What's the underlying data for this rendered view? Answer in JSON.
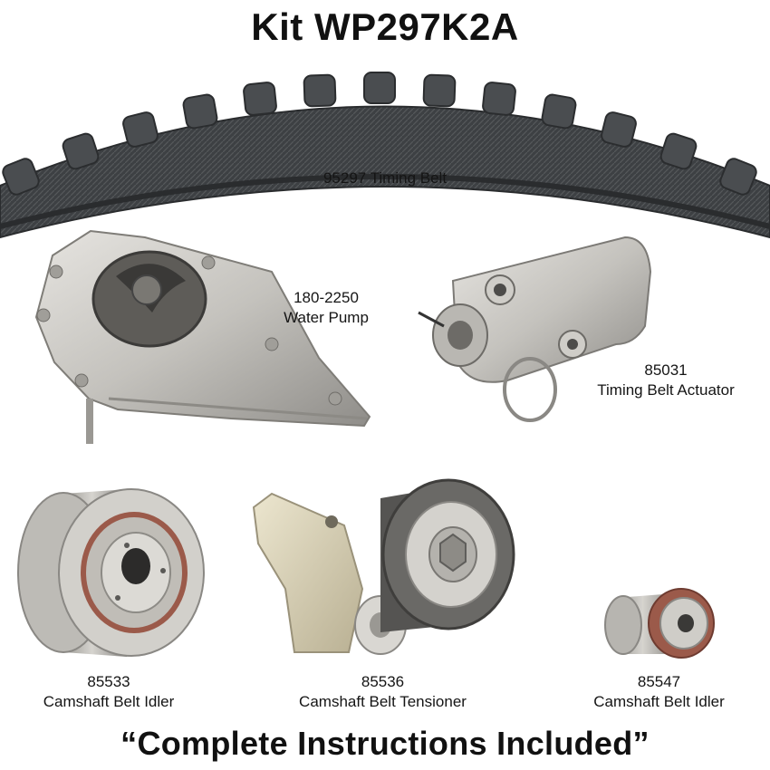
{
  "kit": {
    "title": "Kit WP297K2A"
  },
  "parts": [
    {
      "number": "95297",
      "name": "Timing Belt",
      "label": "95297 Timing Belt"
    },
    {
      "number": "180-2250",
      "name": "Water Pump"
    },
    {
      "number": "85031",
      "name": "Timing Belt Actuator"
    },
    {
      "number": "85533",
      "name": "Camshaft Belt Idler"
    },
    {
      "number": "85536",
      "name": "Camshaft Belt Tensioner"
    },
    {
      "number": "85547",
      "name": "Camshaft Belt Idler"
    }
  ],
  "footer": {
    "text": "“Complete Instructions Included”"
  },
  "colors": {
    "belt": "#3c3f42",
    "metal": "#c7c5c0",
    "tan": "#d8d0b4",
    "ring": "#9b5a4a"
  }
}
